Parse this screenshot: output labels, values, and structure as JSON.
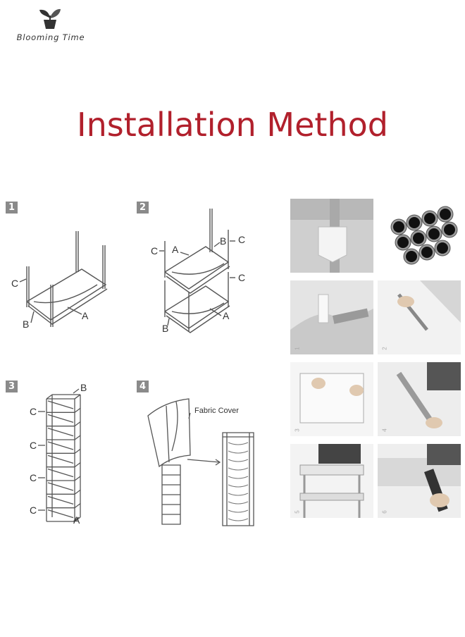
{
  "brand": {
    "name": "Blooming Time"
  },
  "title": "Installation Method",
  "colors": {
    "title": "#b1202c",
    "badge": "#8a8a8a"
  },
  "steps": [
    {
      "number": "1",
      "labels": [
        "C",
        "B",
        "A"
      ]
    },
    {
      "number": "2",
      "labels": [
        "C",
        "A",
        "B",
        "C",
        "C",
        "B",
        "A"
      ]
    },
    {
      "number": "3",
      "labels": [
        "B",
        "C",
        "C",
        "C",
        "C",
        "A"
      ]
    },
    {
      "number": "4",
      "labels": [
        "Fabric Cover"
      ]
    }
  ],
  "photo_steps": [
    "1",
    "2",
    "3",
    "4",
    "5",
    "6"
  ]
}
